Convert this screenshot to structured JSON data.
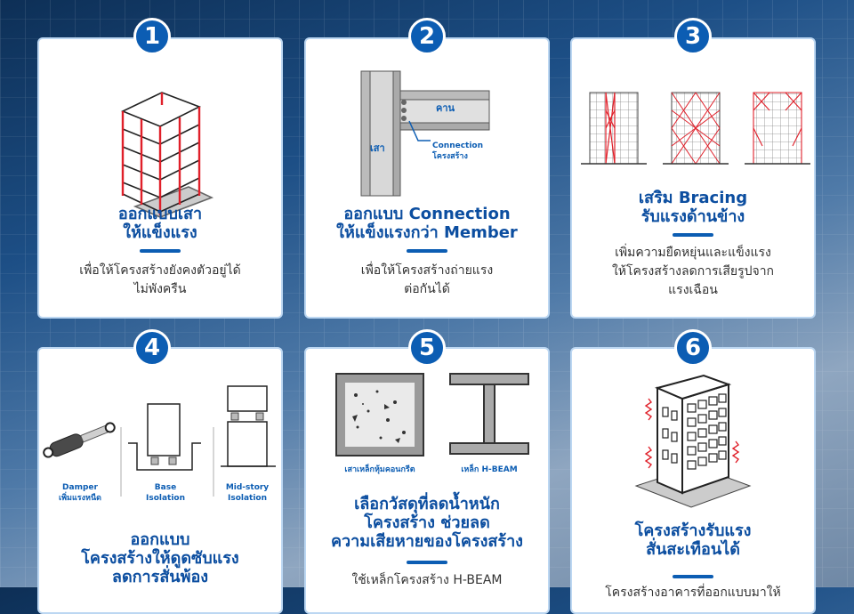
{
  "cards": [
    {
      "number": "1",
      "title": [
        "ออกแบบเสา",
        "ให้แข็งแรง"
      ],
      "description": [
        "เพื่อให้โครงสร้างยังคงตัวอยู่ได้",
        "ไม่พังครืน"
      ]
    },
    {
      "number": "2",
      "title": [
        "ออกแบบ Connection",
        "ให้แข็งแรงกว่า Member"
      ],
      "description": [
        "เพื่อให้โครงสร้างถ่ายแรง",
        "ต่อกันได้"
      ],
      "labels": {
        "beam": "คาน",
        "column": "เสา",
        "connection_1": "Connection",
        "connection_2": "โครงสร้าง"
      }
    },
    {
      "number": "3",
      "title": [
        "เสริม Bracing",
        "รับแรงด้านข้าง"
      ],
      "description": [
        "เพิ่มความยืดหยุ่นและแข็งแรง",
        "ให้โครงสร้างลดการเสียรูปจาก",
        "แรงเฉือน"
      ]
    },
    {
      "number": "4",
      "title": [
        "ออกแบบ",
        "โครงสร้างให้ดูดซับแรง",
        "ลดการสั่นพ้อง"
      ],
      "description": [],
      "labels": {
        "damper_1": "Damper",
        "damper_2": "เพิ่มแรงหนืด",
        "base_1": "Base",
        "base_2": "Isolation",
        "mid_1": "Mid-story",
        "mid_2": "Isolation"
      }
    },
    {
      "number": "5",
      "title": [
        "เลือกวัสดุที่ลดน้ำหนัก",
        "โครงสร้าง ช่วยลด",
        "ความเสียหายของโครงสร้าง"
      ],
      "description": [
        "ใช้เหล็กโครงสร้าง H-BEAM"
      ],
      "labels": {
        "concrete": "เสาเหล็กหุ้มคอนกรีต",
        "hbeam": "เหล็ก H-BEAM"
      }
    },
    {
      "number": "6",
      "title": [
        "โครงสร้างรับแรง",
        "สั่นสะเทือนได้"
      ],
      "description": [
        "โครงสร้างอาคารที่ออกแบบมาให้"
      ]
    }
  ],
  "colors": {
    "primary": "#0c5db3",
    "accent_red": "#e0202a",
    "card_border": "#bcd7f2"
  }
}
